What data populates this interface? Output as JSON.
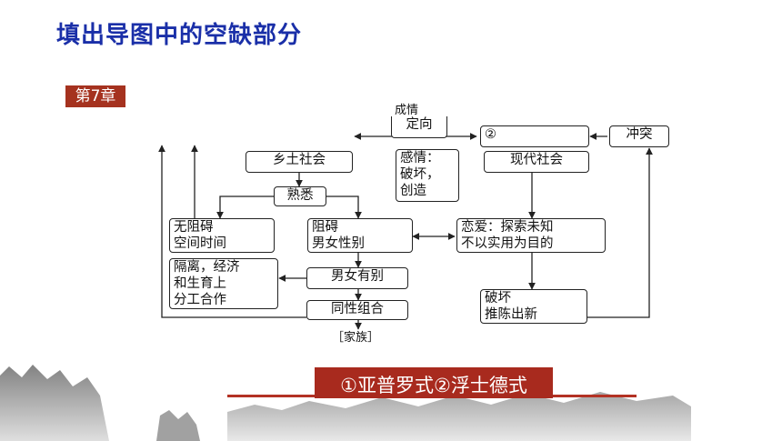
{
  "title": "填出导图中的空缺部分",
  "chapter": "第7章",
  "diagram": {
    "top_label_small": "成情",
    "top_label": "定向",
    "blank2": "②",
    "conflict": "冲突",
    "rural": "乡土社会",
    "emotion": [
      "感情：",
      "破坏，",
      "创造"
    ],
    "modern": "现代社会",
    "familiar": "熟悉",
    "no_obstacle": [
      "无阻碍",
      "空间时间"
    ],
    "obstacle": [
      "阻碍",
      "男女性别"
    ],
    "love": [
      "恋爱：探索未知",
      "不以实用为目的"
    ],
    "isolation": [
      "隔离，经济",
      "和生育上",
      "分工合作"
    ],
    "distinction": "男女有别",
    "same_sex": "同性组合",
    "family": "［家族］",
    "destroy": [
      "破坏",
      "推陈出新"
    ]
  },
  "answer": "①亚普罗式②浮士德式"
}
